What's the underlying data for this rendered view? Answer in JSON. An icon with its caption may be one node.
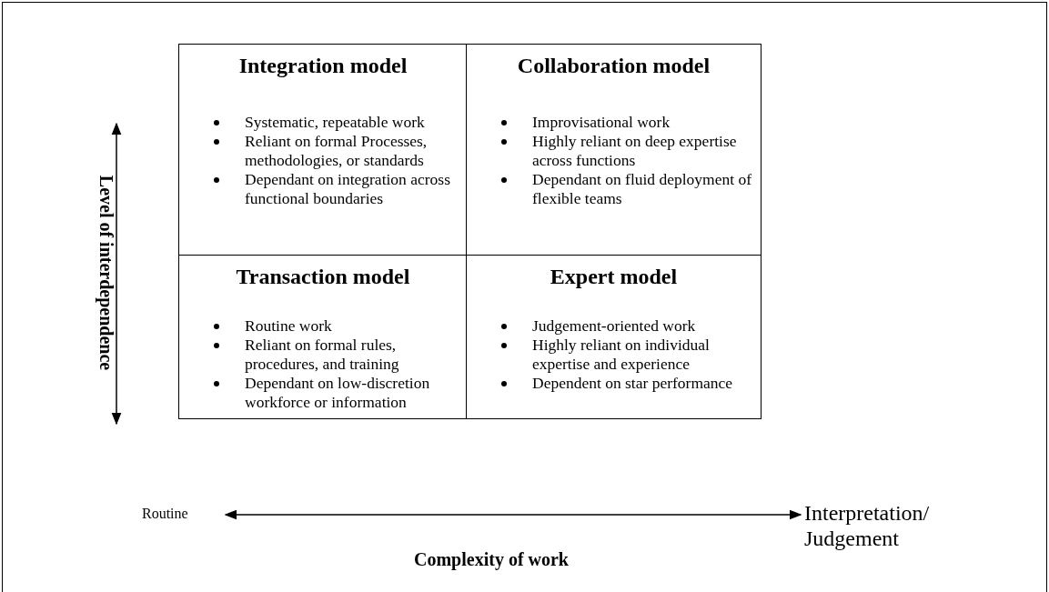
{
  "diagram": {
    "nodes": [
      {
        "text": [
          "Integration model",
          "Systematic, repeatable work",
          "Reliant on formal Processes, methodologies, or standards",
          "Dependant on integration across functional boundaries"
        ]
      },
      {
        "text": [
          "Collaboration model",
          "Improvisational work",
          "Highly reliant on deep expertise across functions",
          "Dependant on fluid deployment of flexible teams"
        ]
      },
      {
        "text": [
          "Transaction model",
          "Routine work",
          "Reliant on formal rules, procedures, and training",
          "Dependant on low-discretion workforce or information"
        ]
      },
      {
        "text": [
          "Expert model",
          "Judgement-oriented work",
          "Highly reliant on individual expertise and experience",
          "Dependent on star performance"
        ]
      }
    ],
    "labels": [
      "Level of interdependence",
      "Routine",
      "Interpretation/ Judgement",
      "Complexity of work"
    ]
  }
}
